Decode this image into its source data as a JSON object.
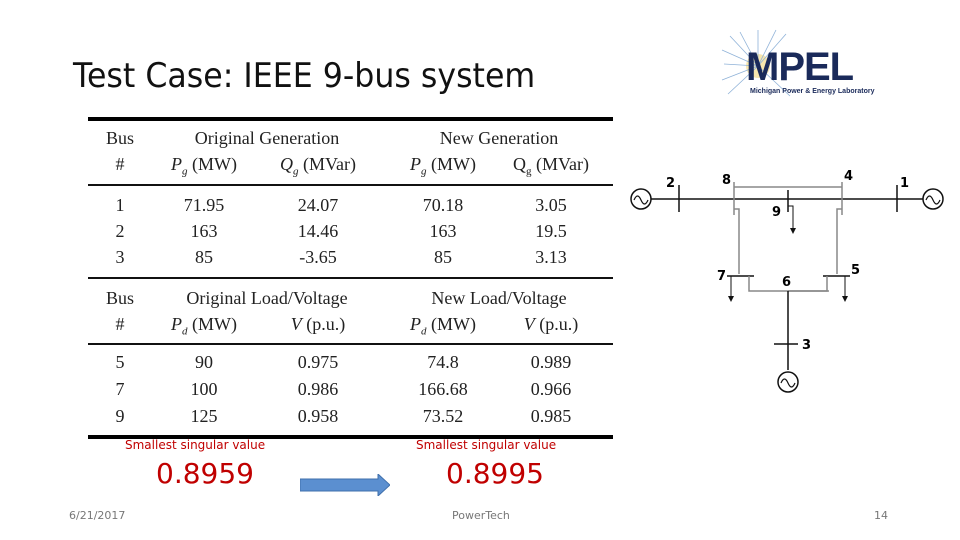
{
  "slide": {
    "title": "Test Case: IEEE 9-bus system",
    "logo": {
      "name": "MPEL",
      "subtitle": "Michigan Power & Energy Laboratory",
      "colors": {
        "text": "#1a2a5a",
        "burst": "#e8c860"
      }
    }
  },
  "generation_table": {
    "header_row1": {
      "bus": "Bus",
      "original": "Original Generation",
      "new": "New Generation"
    },
    "header_row2": {
      "bus": "#",
      "orig_pg_sym": "P",
      "orig_pg_sub": "g",
      "orig_pg_unit": "(MW)",
      "orig_qg_sym": "Q",
      "orig_qg_sub": "g",
      "orig_qg_unit": "(MVar)",
      "new_pg_sym": "P",
      "new_pg_sub": "g",
      "new_pg_unit": "(MW)",
      "new_qg_sym": "Q",
      "new_qg_sub": "g",
      "new_qg_unit": "(MVar)"
    },
    "rows": [
      {
        "bus": "1",
        "orig_pg": "71.95",
        "orig_qg": "24.07",
        "new_pg": "70.18",
        "new_qg": "3.05"
      },
      {
        "bus": "2",
        "orig_pg": "163",
        "orig_qg": "14.46",
        "new_pg": "163",
        "new_qg": "19.5"
      },
      {
        "bus": "3",
        "orig_pg": "85",
        "orig_qg": "-3.65",
        "new_pg": "85",
        "new_qg": "3.13"
      }
    ]
  },
  "load_table": {
    "header_row1": {
      "bus": "Bus",
      "original": "Original Load/Voltage",
      "new": "New Load/Voltage"
    },
    "header_row2": {
      "bus": "#",
      "orig_pd_sym": "P",
      "orig_pd_sub": "d",
      "orig_pd_unit": "(MW)",
      "orig_v_sym": "V",
      "orig_v_unit": "(p.u.)",
      "new_pd_sym": "P",
      "new_pd_sub": "d",
      "new_pd_unit": "(MW)",
      "new_v_sym": "V",
      "new_v_unit": "(p.u.)"
    },
    "rows": [
      {
        "bus": "5",
        "orig_pd": "90",
        "orig_v": "0.975",
        "new_pd": "74.8",
        "new_v": "0.989"
      },
      {
        "bus": "7",
        "orig_pd": "100",
        "orig_v": "0.986",
        "new_pd": "166.68",
        "new_v": "0.966"
      },
      {
        "bus": "9",
        "orig_pd": "125",
        "orig_v": "0.958",
        "new_pd": "73.52",
        "new_v": "0.985"
      }
    ]
  },
  "singular_values": {
    "original": {
      "label": "Smallest singular value",
      "value": "0.8959"
    },
    "new": {
      "label": "Smallest singular value",
      "value": "0.8995"
    },
    "color": "#c00000",
    "arrow_color": "#5b8fd0"
  },
  "diagram": {
    "bus_labels": [
      "1",
      "2",
      "3",
      "4",
      "5",
      "6",
      "7",
      "8",
      "9"
    ]
  },
  "footer": {
    "date": "6/21/2017",
    "center": "PowerTech",
    "page": "14"
  }
}
